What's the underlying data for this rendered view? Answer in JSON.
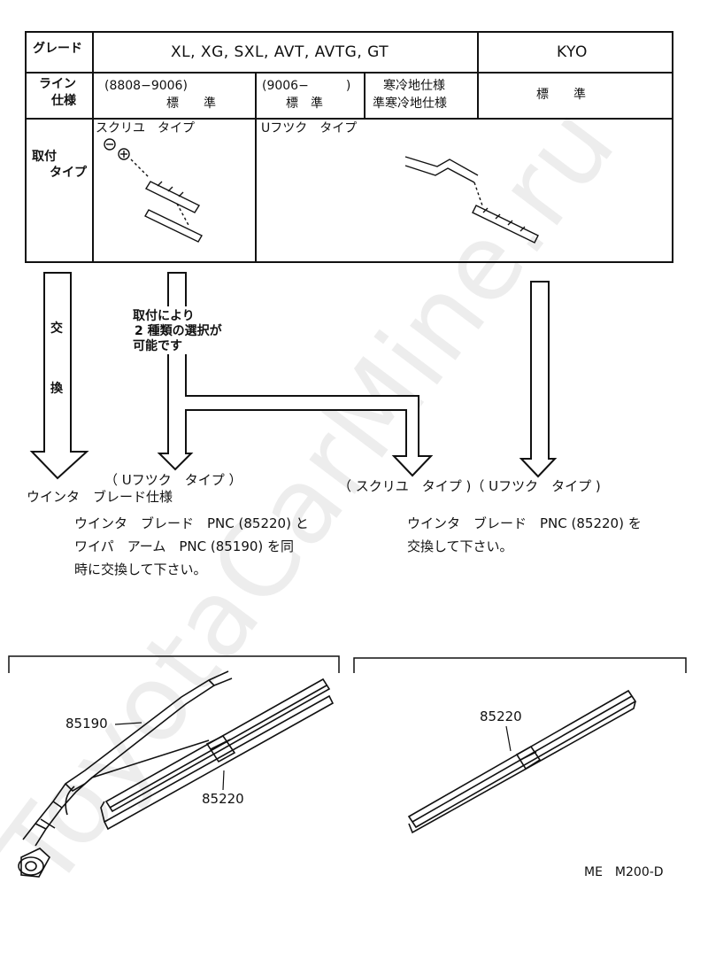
{
  "table": {
    "grade_label": "グレード",
    "grade_main": "XL, XG, SXL, AVT, AVTG, GT",
    "grade_kyo": "KYO",
    "line_label_1": "ライン",
    "line_label_2": "仕様",
    "period_1": "(8808−9006)",
    "standard_1": "標　　準",
    "period_2": "(9006−　　　)",
    "standard_2": "標　準",
    "cold_1": "寒冷地仕様",
    "cold_2": "準寒冷地仕様",
    "standard_kyo": "標　　準",
    "mount_label_1": "取付",
    "mount_label_2": "タイプ",
    "screw_type": "スクリユ　タイプ",
    "uhook_type": "Uフツク　タイプ"
  },
  "flow": {
    "exchange_1": "交",
    "exchange_2": "換",
    "choice_1": "取付により",
    "choice_2": "2 種類の選択が",
    "choice_3": "可能です",
    "uhook_paren": "（ Uフツク　タイプ ）",
    "winter_blade": "ウインタ　ブレード仕様",
    "screw_uhook": "（ スクリユ　タイプ )（ Uフツク　タイプ )",
    "note_left_1": "ウインタ　ブレード　PNC (85220) と",
    "note_left_2": "ワイパ　アーム　PNC (85190) を同",
    "note_left_3": "時に交換して下さい。",
    "note_right_1": "ウインタ　ブレード　PNC (85220) を",
    "note_right_2": "交換して下さい。"
  },
  "parts": {
    "arm_pnc": "85190",
    "blade_pnc_left": "85220",
    "blade_pnc_right": "85220"
  },
  "footer": {
    "code": "ME　M200-D"
  },
  "watermark": "ToyotaCarMine.ru"
}
